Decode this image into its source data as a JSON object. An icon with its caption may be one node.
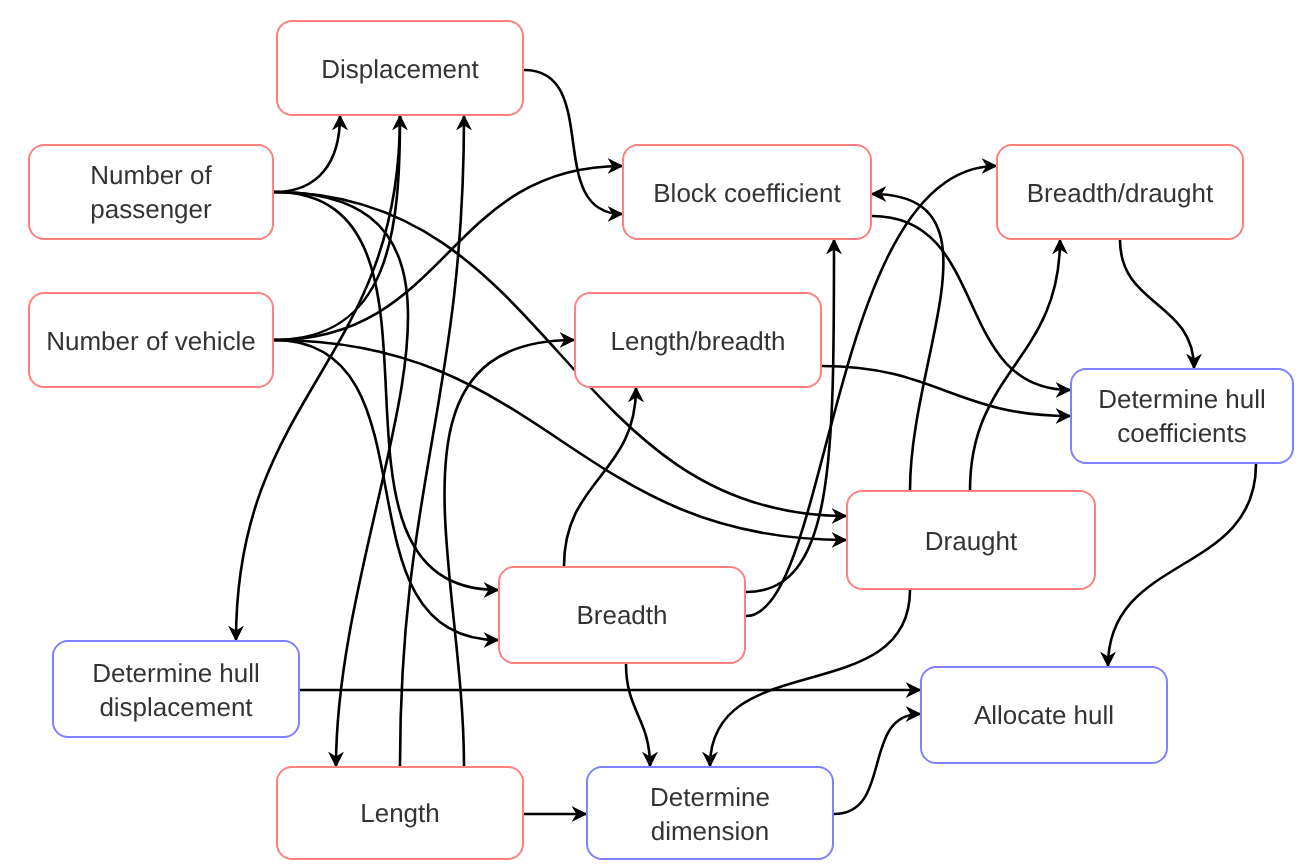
{
  "diagram": {
    "nodes": [
      {
        "text": [
          "Displacement"
        ]
      },
      {
        "text": [
          "Number of passenger"
        ]
      },
      {
        "text": [
          "Number of vehicle"
        ]
      },
      {
        "text": [
          "Block coefficient"
        ]
      },
      {
        "text": [
          "Breadth/draught"
        ]
      },
      {
        "text": [
          "Length/breadth"
        ]
      },
      {
        "text": [
          "Determine hull coefficients"
        ]
      },
      {
        "text": [
          "Draught"
        ]
      },
      {
        "text": [
          "Breadth"
        ]
      },
      {
        "text": [
          "Determine hull displacement"
        ]
      },
      {
        "text": [
          "Allocate hull"
        ]
      },
      {
        "text": [
          "Length"
        ]
      },
      {
        "text": [
          "Determine dimension"
        ]
      }
    ],
    "edges": [
      {
        "from": 0,
        "to": 3,
        "arrow": "to"
      },
      {
        "from": 1,
        "to": 0,
        "arrow": "to"
      },
      {
        "from": 2,
        "to": 0,
        "arrow": "to"
      },
      {
        "from": 1,
        "to": 11,
        "arrow": "to"
      },
      {
        "from": 1,
        "to": 8,
        "arrow": "to"
      },
      {
        "from": 1,
        "to": 7,
        "arrow": "to"
      },
      {
        "from": 2,
        "to": 3,
        "arrow": "to"
      },
      {
        "from": 2,
        "to": 8,
        "arrow": "to"
      },
      {
        "from": 2,
        "to": 7,
        "arrow": "to"
      },
      {
        "from": 0,
        "to": 9,
        "arrow": "to"
      },
      {
        "from": 11,
        "to": 5,
        "arrow": "to"
      },
      {
        "from": 11,
        "to": 0,
        "arrow": "to"
      },
      {
        "from": 8,
        "to": 5,
        "arrow": "to"
      },
      {
        "from": 8,
        "to": 3,
        "arrow": "to"
      },
      {
        "from": 8,
        "to": 4,
        "arrow": "to"
      },
      {
        "from": 7,
        "to": 3,
        "arrow": "to"
      },
      {
        "from": 7,
        "to": 4,
        "arrow": "to"
      },
      {
        "from": 3,
        "to": 6,
        "arrow": "to"
      },
      {
        "from": 5,
        "to": 6,
        "arrow": "to"
      },
      {
        "from": 4,
        "to": 6,
        "arrow": "to"
      },
      {
        "from": 6,
        "to": 10,
        "arrow": "to"
      },
      {
        "from": 9,
        "to": 10,
        "arrow": "to"
      },
      {
        "from": 12,
        "to": 10,
        "arrow": "to"
      },
      {
        "from": 11,
        "to": 12,
        "arrow": "to"
      },
      {
        "from": 8,
        "to": 12,
        "arrow": "to"
      },
      {
        "from": 7,
        "to": 12,
        "arrow": "to"
      }
    ]
  }
}
